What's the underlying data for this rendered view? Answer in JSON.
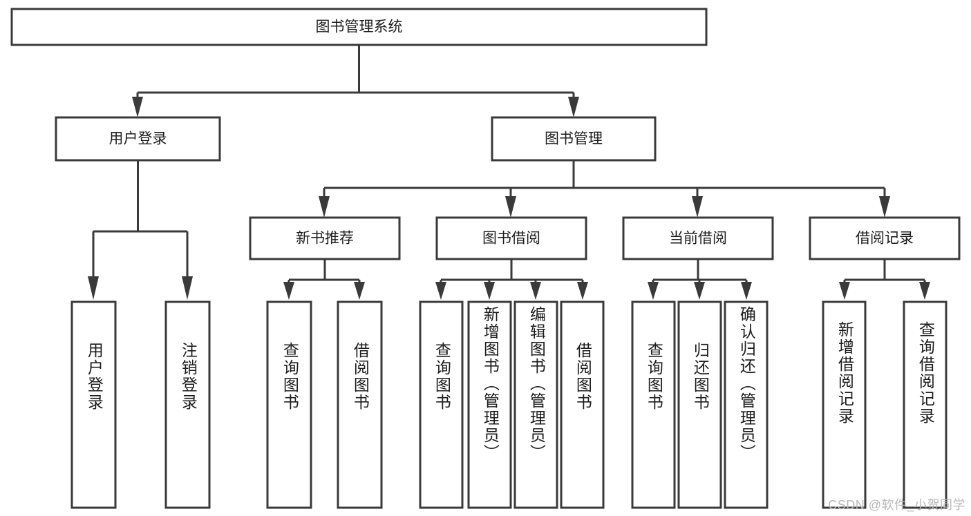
{
  "diagram": {
    "type": "tree-hierarchy-chart",
    "title": "图书管理系统",
    "root": {
      "label": "图书管理系统",
      "orientation": "horizontal"
    },
    "level2": [
      {
        "label": "用户登录",
        "orientation": "horizontal"
      },
      {
        "label": "图书管理",
        "orientation": "horizontal"
      }
    ],
    "level3": [
      {
        "label": "新书推荐",
        "orientation": "horizontal",
        "parent": "图书管理"
      },
      {
        "label": "图书借阅",
        "orientation": "horizontal",
        "parent": "图书管理"
      },
      {
        "label": "当前借阅",
        "orientation": "horizontal",
        "parent": "图书管理"
      },
      {
        "label": "借阅记录",
        "orientation": "horizontal",
        "parent": "图书管理"
      }
    ],
    "leaves": {
      "user_login": [
        {
          "label": "用户登录",
          "orientation": "vertical"
        },
        {
          "label": "注销登录",
          "orientation": "vertical"
        }
      ],
      "new_book_recommend": [
        {
          "label": "查询图书",
          "orientation": "vertical"
        },
        {
          "label": "借阅图书",
          "orientation": "vertical"
        }
      ],
      "book_borrow": [
        {
          "label": "查询图书",
          "orientation": "vertical"
        },
        {
          "label": "新增图书（管理员）",
          "orientation": "vertical"
        },
        {
          "label": "编辑图书（管理员）",
          "orientation": "vertical"
        },
        {
          "label": "借阅图书",
          "orientation": "vertical"
        }
      ],
      "current_borrow": [
        {
          "label": "查询图书",
          "orientation": "vertical"
        },
        {
          "label": "归还图书",
          "orientation": "vertical"
        },
        {
          "label": "确认归还（管理员）",
          "orientation": "vertical"
        }
      ],
      "borrow_record": [
        {
          "label": "新增借阅记录",
          "orientation": "vertical"
        },
        {
          "label": "查询借阅记录",
          "orientation": "vertical"
        }
      ]
    },
    "colors": {
      "line": "#3a3a3a",
      "box_fill": "#ffffff",
      "text": "#1c1c1c",
      "watermark": "#b9b9b9",
      "background": "#ffffff"
    }
  },
  "watermark": {
    "text": "CSDN @软件_小贺同学"
  }
}
